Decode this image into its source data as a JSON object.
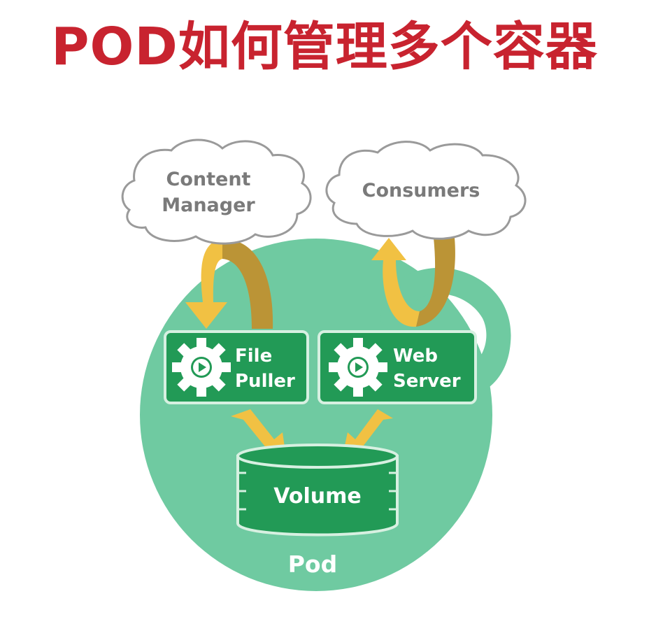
{
  "title": "POD如何管理多个容器",
  "clouds": {
    "content_manager": {
      "line1": "Content",
      "line2": "Manager"
    },
    "consumers": {
      "label": "Consumers"
    }
  },
  "containers": {
    "file_puller": {
      "line1": "File",
      "line2": "Puller"
    },
    "web_server": {
      "line1": "Web",
      "line2": "Server"
    }
  },
  "volume": {
    "label": "Volume"
  },
  "pod": {
    "label": "Pod"
  },
  "colors": {
    "title": "#c8232f",
    "pod_fill": "#6fcaa1",
    "container_fill": "#229a56",
    "container_border": "#d7f0e1",
    "arrow_light": "#f1c143",
    "arrow_dark": "#bb9436",
    "cloud_stroke": "#9a9a9a",
    "cloud_text": "#7a7a7a"
  },
  "icons": [
    "gear-play-icon",
    "cloud-icon",
    "arrow-icon",
    "cylinder-icon"
  ]
}
